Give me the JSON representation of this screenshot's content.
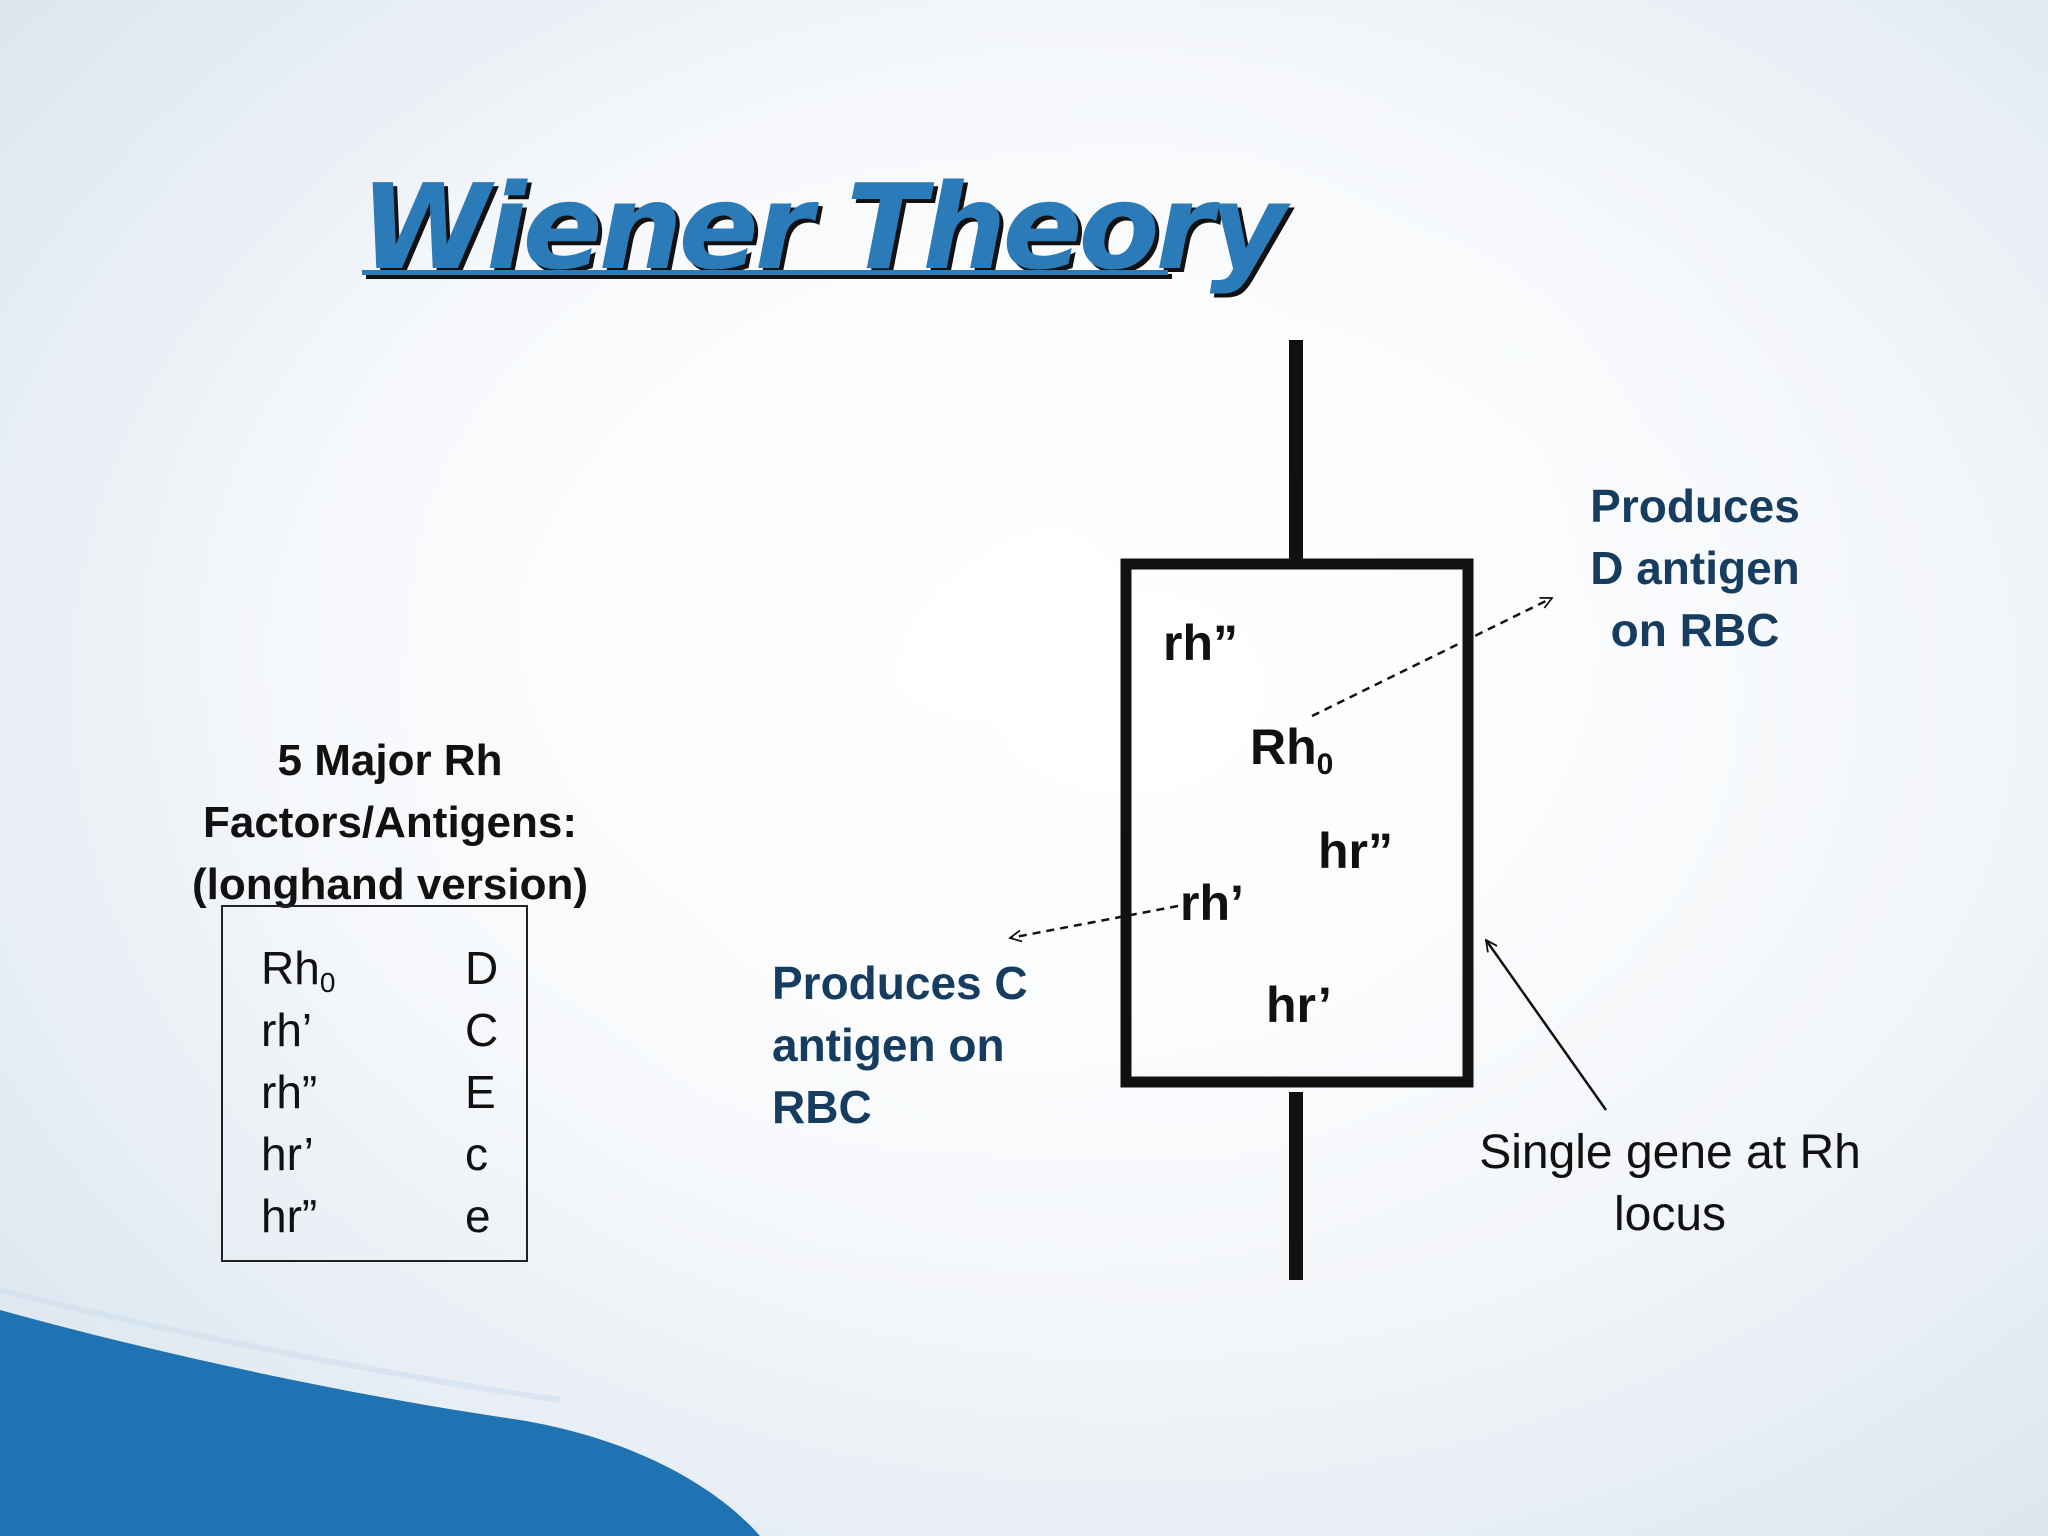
{
  "slide": {
    "title": "Wiener Theory",
    "colors": {
      "accent": "#2b7bb9",
      "note_text": "#163d5f",
      "text": "#111111",
      "wave": "#1f73b3"
    }
  },
  "factors": {
    "heading_lines": [
      "5 Major Rh",
      "Factors/Antigens:",
      "(longhand version)"
    ],
    "rows": [
      {
        "symbol": "Rh",
        "subscript": "0",
        "antigen": "D"
      },
      {
        "symbol": "rh’",
        "subscript": "",
        "antigen": "C"
      },
      {
        "symbol": "rh”",
        "subscript": "",
        "antigen": "E"
      },
      {
        "symbol": "hr’",
        "subscript": "",
        "antigen": "c"
      },
      {
        "symbol": "hr”",
        "subscript": "",
        "antigen": "e"
      }
    ]
  },
  "gene": {
    "labels": {
      "rh_double": "rh”",
      "rh0_base": "Rh",
      "rh0_sub": "0",
      "hr_double": "hr”",
      "rh_single": "rh’",
      "hr_single": "hr’"
    },
    "note_d_lines": [
      "Produces",
      "D antigen",
      "on RBC"
    ],
    "note_c_lines": [
      "Produces C",
      "antigen on",
      "RBC"
    ],
    "note_gene_lines": [
      "Single gene at Rh",
      "locus"
    ]
  }
}
